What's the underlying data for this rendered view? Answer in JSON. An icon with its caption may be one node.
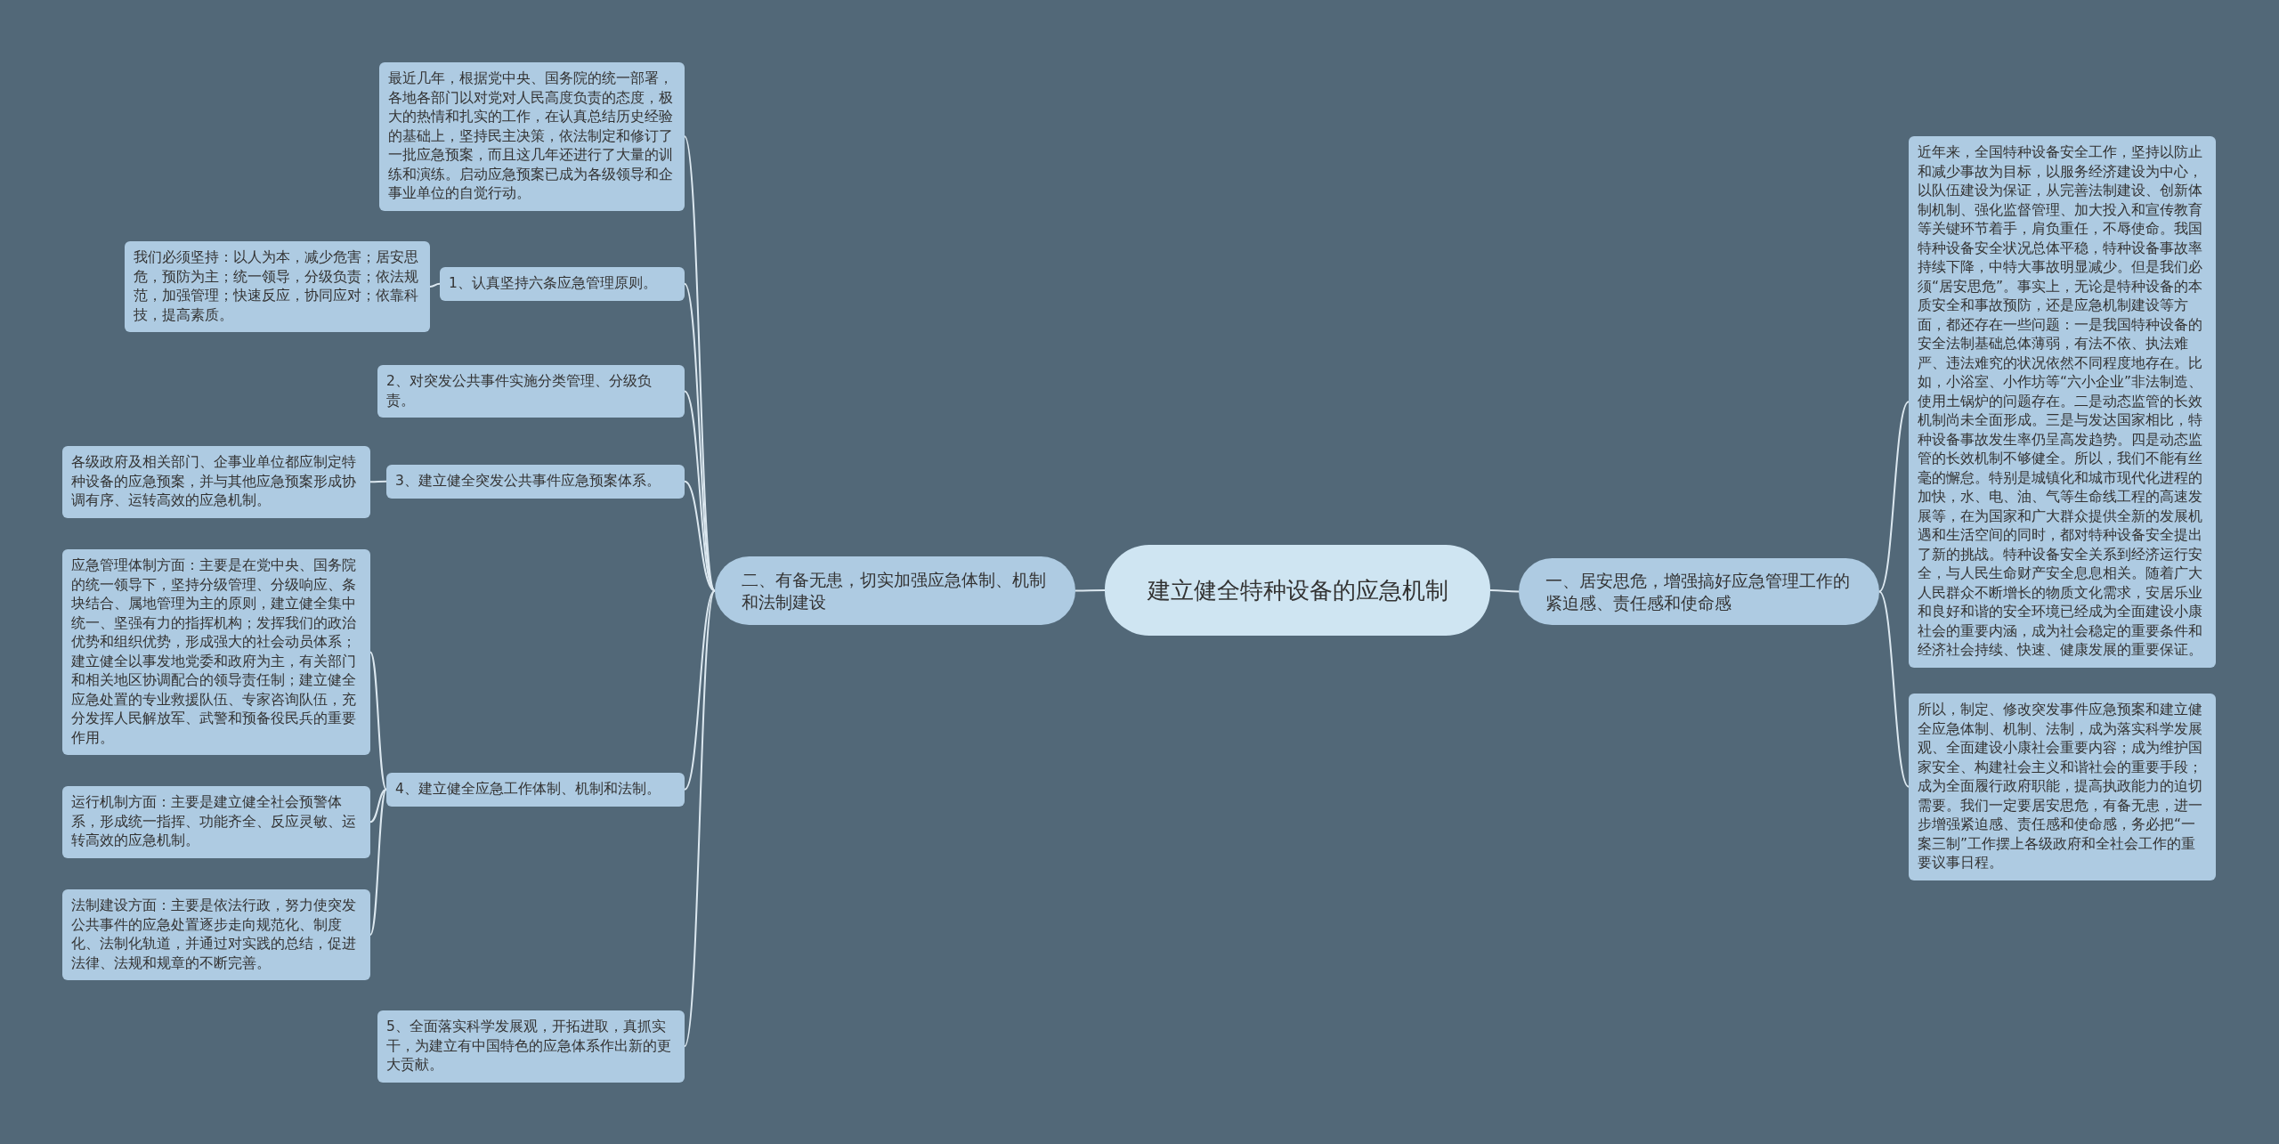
{
  "diagram": {
    "nodes": [
      {
        "text": [
          "建立健全特种设备的应急机制"
        ]
      },
      {
        "text": [
          "一、居安思危，增强搞好应急管理工作的紧迫感、责任感和使命感"
        ]
      },
      {
        "text": [
          "近年来，全国特种设备安全工作，坚持以防止和减少事故为目标，以服务经济建设为中心，以队伍建设为保证，从完善法制建设、创新体制机制、强化监督管理、加大投入和宣传教育等关键环节着手，肩负重任，不辱使命。我国特种设备安全状况总体平稳，特种设备事故率持续下降，中特大事故明显减少。但是我们必须“居安思危”。事实上，无论是特种设备的本质安全和事故预防，还是应急机制建设等方面，都还存在一些问题：一是我国特种设备的安全法制基础总体薄弱，有法不依、执法难严、违法难究的状况依然不同程度地存在。比如，小浴室、小作坊等“六小企业”非法制造、使用土锅炉的问题存在。二是动态监管的长效机制尚未全面形成。三是与发达国家相比，特种设备事故发生率仍呈高发趋势。四是动态监管的长效机制不够健全。所以，我们不能有丝毫的懈怠。特别是城镇化和城市现代化进程的加快，水、电、油、气等生命线工程的高速发展等，在为国家和广大群众提供全新的发展机遇和生活空间的同时，都对特种设备安全提出了新的挑战。特种设备安全关系到经济运行安全，与人民生命财产安全息息相关。随着广大人民群众不断增长的物质文化需求，安居乐业和良好和谐的安全环境已经成为全面建设小康社会的重要内涵，成为社会稳定的重要条件和经济社会持续、快速、健康发展的重要保证。"
        ]
      },
      {
        "text": [
          "所以，制定、修改突发事件应急预案和建立健全应急体制、机制、法制，成为落实科学发展观、全面建设小康社会重要内容；成为维护国家安全、构建社会主义和谐社会的重要手段；成为全面履行政府职能，提高执政能力的迫切需要。我们一定要居安思危，有备无患，进一步增强紧迫感、责任感和使命感，务必把“一案三制”工作摆上各级政府和全社会工作的重要议事日程。"
        ]
      },
      {
        "text": [
          "二、有备无患，切实加强应急体制、机制和法制建设"
        ]
      },
      {
        "text": [
          "最近几年，根据党中央、国务院的统一部署，各地各部门以对党对人民高度负责的态度，极大的热情和扎实的工作，在认真总结历史经验的基础上，坚持民主决策，依法制定和修订了一批应急预案，而且这几年还进行了大量的训练和演练。启动应急预案已成为各级领导和企事业单位的自觉行动。"
        ]
      },
      {
        "text": [
          "1、认真坚持六条应急管理原则。"
        ]
      },
      {
        "text": [
          "我们必须坚持：以人为本，减少危害；居安思危，预防为主；统一领导，分级负责；依法规范，加强管理；快速反应，协同应对；依靠科技，提高素质。"
        ]
      },
      {
        "text": [
          "2、对突发公共事件实施分类管理、分级负责。"
        ]
      },
      {
        "text": [
          "3、建立健全突发公共事件应急预案体系。"
        ]
      },
      {
        "text": [
          "各级政府及相关部门、企事业单位都应制定特种设备的应急预案，并与其他应急预案形成协调有序、运转高效的应急机制。"
        ]
      },
      {
        "text": [
          "4、建立健全应急工作体制、机制和法制。"
        ]
      },
      {
        "text": [
          "应急管理体制方面：主要是在党中央、国务院的统一领导下，坚持分级管理、分级响应、条块结合、属地管理为主的原则，建立健全集中统一、坚强有力的指挥机构；发挥我们的政治优势和组织优势，形成强大的社会动员体系；建立健全以事发地党委和政府为主，有关部门和相关地区协调配合的领导责任制；建立健全应急处置的专业救援队伍、专家咨询队伍，充分发挥人民解放军、武警和预备役民兵的重要作用。"
        ]
      },
      {
        "text": [
          "运行机制方面：主要是建立健全社会预警体系，形成统一指挥、功能齐全、反应灵敏、运转高效的应急机制。"
        ]
      },
      {
        "text": [
          "法制建设方面：主要是依法行政，努力使突发公共事件的应急处置逐步走向规范化、制度化、法制化轨道，并通过对实践的总结，促进法律、法规和规章的不断完善。"
        ]
      },
      {
        "text": [
          "5、全面落实科学发展观，开拓进取，真抓实干，为建立有中国特色的应急体系作出新的更大贡献。"
        ]
      }
    ],
    "edges": [
      {
        "from": 0,
        "to": 1,
        "arrow": "none"
      },
      {
        "from": 1,
        "to": 2,
        "arrow": "none"
      },
      {
        "from": 1,
        "to": 3,
        "arrow": "none"
      },
      {
        "from": 0,
        "to": 4,
        "arrow": "none"
      },
      {
        "from": 4,
        "to": 5,
        "arrow": "none"
      },
      {
        "from": 4,
        "to": 6,
        "arrow": "none"
      },
      {
        "from": 6,
        "to": 7,
        "arrow": "none"
      },
      {
        "from": 4,
        "to": 8,
        "arrow": "none"
      },
      {
        "from": 4,
        "to": 9,
        "arrow": "none"
      },
      {
        "from": 9,
        "to": 10,
        "arrow": "none"
      },
      {
        "from": 4,
        "to": 11,
        "arrow": "none"
      },
      {
        "from": 11,
        "to": 12,
        "arrow": "none"
      },
      {
        "from": 11,
        "to": 13,
        "arrow": "none"
      },
      {
        "from": 11,
        "to": 14,
        "arrow": "none"
      },
      {
        "from": 4,
        "to": 15,
        "arrow": "none"
      }
    ]
  }
}
